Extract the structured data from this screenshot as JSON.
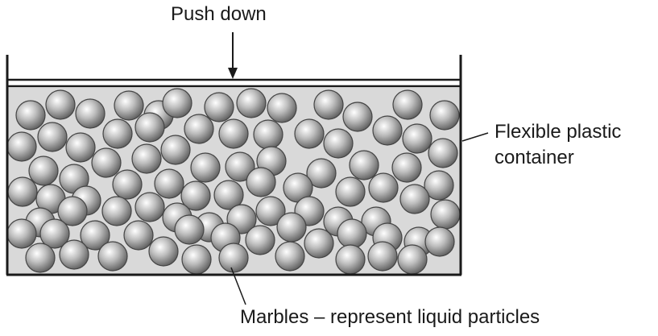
{
  "labels": {
    "push": "Push down",
    "container_line1": "Flexible plastic",
    "container_line2": "container",
    "marbles": "Marbles – represent liquid particles"
  },
  "colors": {
    "liquid": "#d9d9d9",
    "outline": "#1a1a1a",
    "marble_light": "#ffffff",
    "marble_mid": "#b4b4b4",
    "marble_dark": "#555555"
  },
  "icons": [
    "down-arrow-icon",
    "marble-icon"
  ]
}
